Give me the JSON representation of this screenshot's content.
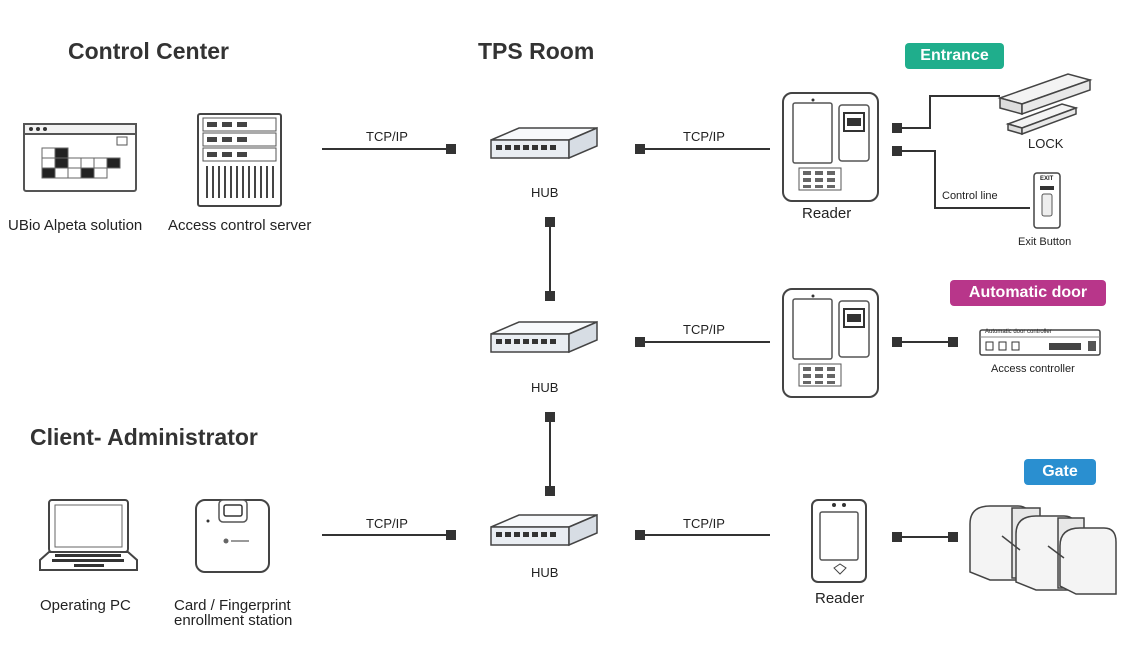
{
  "sections": {
    "control_center": "Control Center",
    "tps_room": "TPS Room",
    "client_admin": "Client- Administrator"
  },
  "badges": {
    "entrance": {
      "label": "Entrance",
      "color": "#1fae8c"
    },
    "automatic_door": {
      "label": "Automatic door",
      "color": "#b8368a"
    },
    "gate": {
      "label": "Gate",
      "color": "#2a8fd0"
    }
  },
  "devices": {
    "ubio": "UBio Alpeta solution",
    "server": "Access control server",
    "hub": "HUB",
    "reader": "Reader",
    "lock": "LOCK",
    "control_line": "Control line",
    "exit_button": "Exit Button",
    "exit_text": "EXIT",
    "access_controller": "Access controller",
    "door_controller_text": "Automatic door controller",
    "operating_pc": "Operating PC",
    "enrollment_line1": "Card / Fingerprint",
    "enrollment_line2": "enrollment station"
  },
  "links": {
    "protocol": "TCP/IP"
  },
  "colors": {
    "line": "#333333",
    "device_stroke": "#555555",
    "hub_fill": "#e9edf2"
  }
}
